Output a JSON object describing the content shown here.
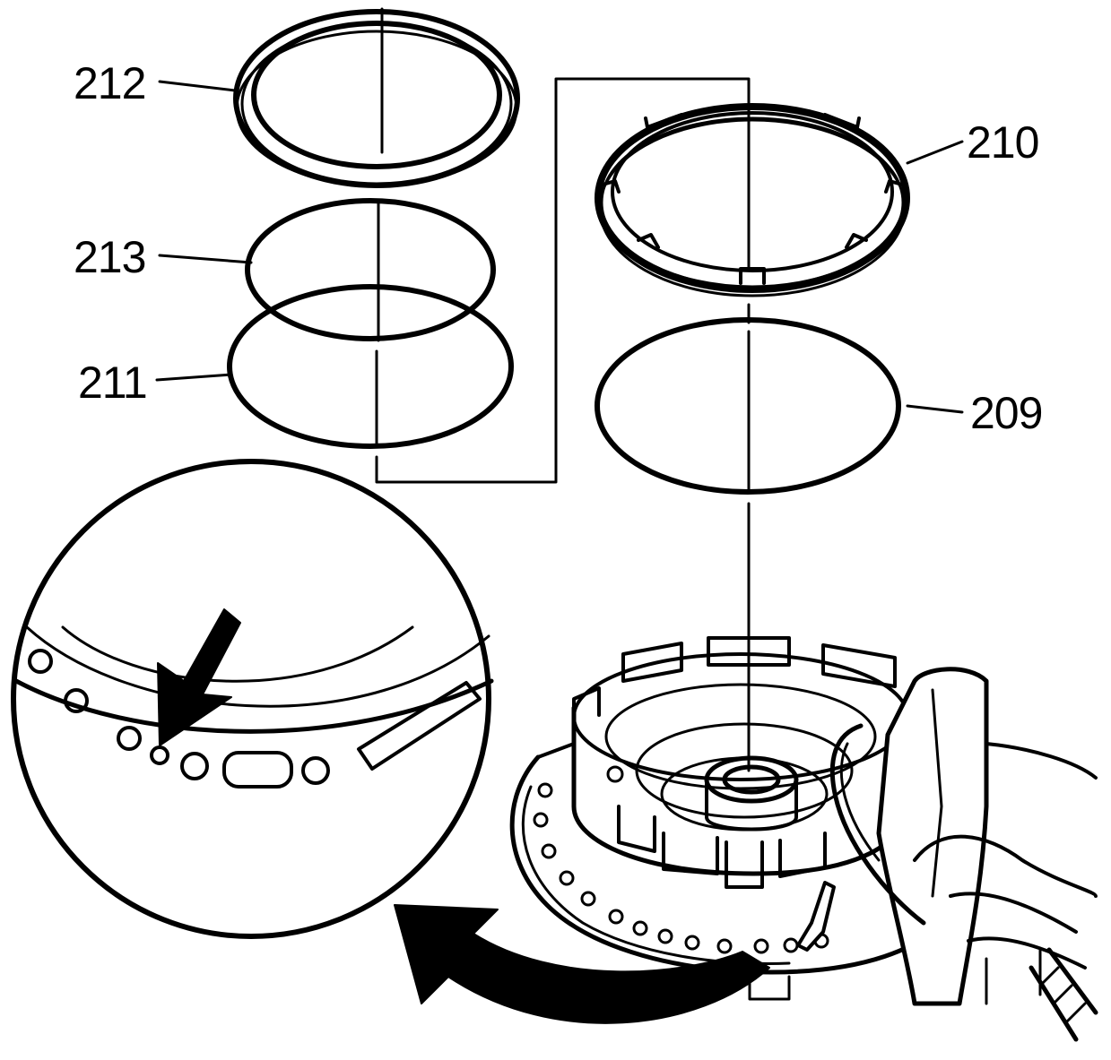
{
  "diagram": {
    "labels": {
      "part_212": "212",
      "part_213": "213",
      "part_211": "211",
      "part_210": "210",
      "part_209": "209"
    },
    "colors": {
      "ink": "#000000",
      "paper": "#ffffff"
    }
  }
}
